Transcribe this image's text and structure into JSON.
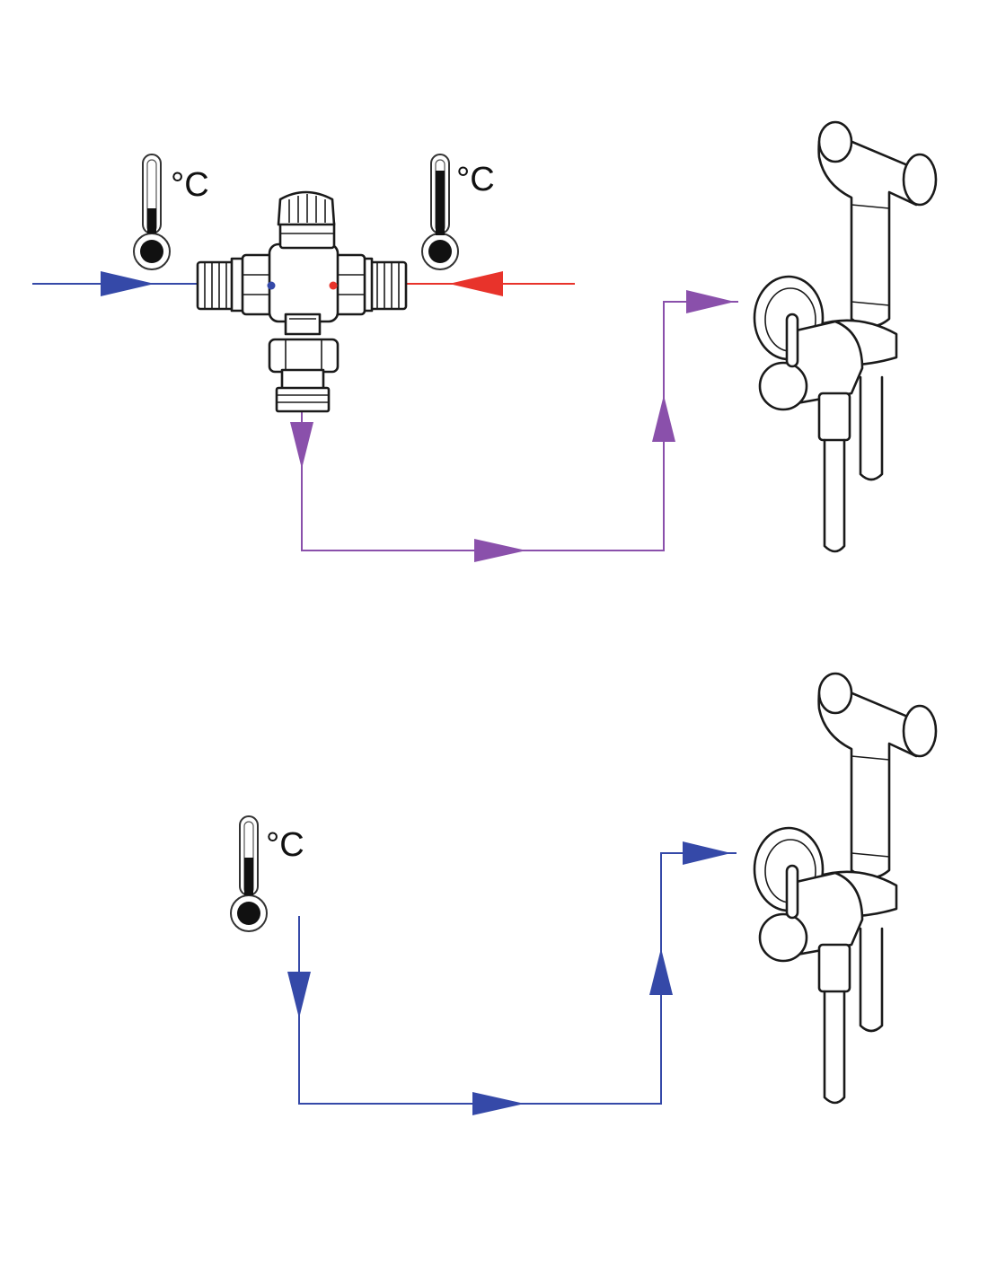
{
  "diagram": {
    "temperature_unit": "°C",
    "colors": {
      "cold": "#3549a8",
      "hot": "#e8332b",
      "mixed": "#8a50ab",
      "line_art": "#1a1a1a"
    },
    "top_circuit": {
      "cold_thermometer": {
        "unit": "°C",
        "level": "low"
      },
      "hot_thermometer": {
        "unit": "°C",
        "level": "high"
      },
      "valve_markers": [
        "blue",
        "red"
      ],
      "outlet": "bidet-shower-set"
    },
    "bottom_circuit": {
      "thermometer": {
        "unit": "°C",
        "level": "medium"
      },
      "outlet": "bidet-shower-set"
    }
  }
}
